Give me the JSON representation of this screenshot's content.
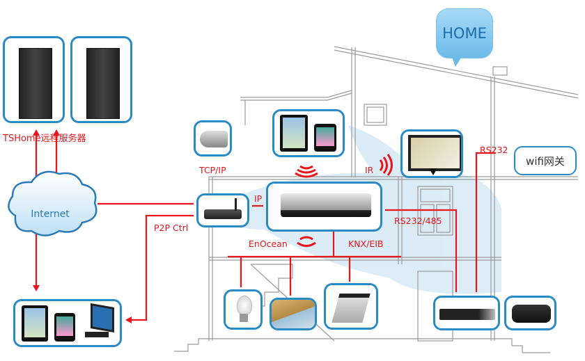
{
  "title_bubble": "HOME",
  "server": {
    "label": "TSHome远程服务器",
    "items": [
      "server-rack-1",
      "server-rack-2"
    ]
  },
  "cloud": {
    "label": "Internet"
  },
  "client_devices": {
    "items": [
      "tablet",
      "smartphone",
      "desktop-computer"
    ]
  },
  "devices": {
    "camera": "ip-camera",
    "mobile": [
      "tablet",
      "smartphone"
    ],
    "tv": "television",
    "router": "wireless-router",
    "controller": "home-controller",
    "bulb": "light-bulb",
    "awning": "motorized-awning",
    "ac": "ceiling-air-conditioner",
    "dvd": "media-player",
    "projector": "projector"
  },
  "gateway": {
    "label": "wifi网关"
  },
  "links": {
    "tcp_ip": "TCP/IP",
    "ir": "IR",
    "ip": "IP",
    "p2p": "P2P Ctrl",
    "rs232_485": "RS232/485",
    "rs232": "RS232",
    "enocean": "EnOcean",
    "knx": "KNX/EIB"
  },
  "colors": {
    "link": "#e8151b",
    "frame": "#2a8ac4",
    "cloud": "#2b7ab8"
  }
}
